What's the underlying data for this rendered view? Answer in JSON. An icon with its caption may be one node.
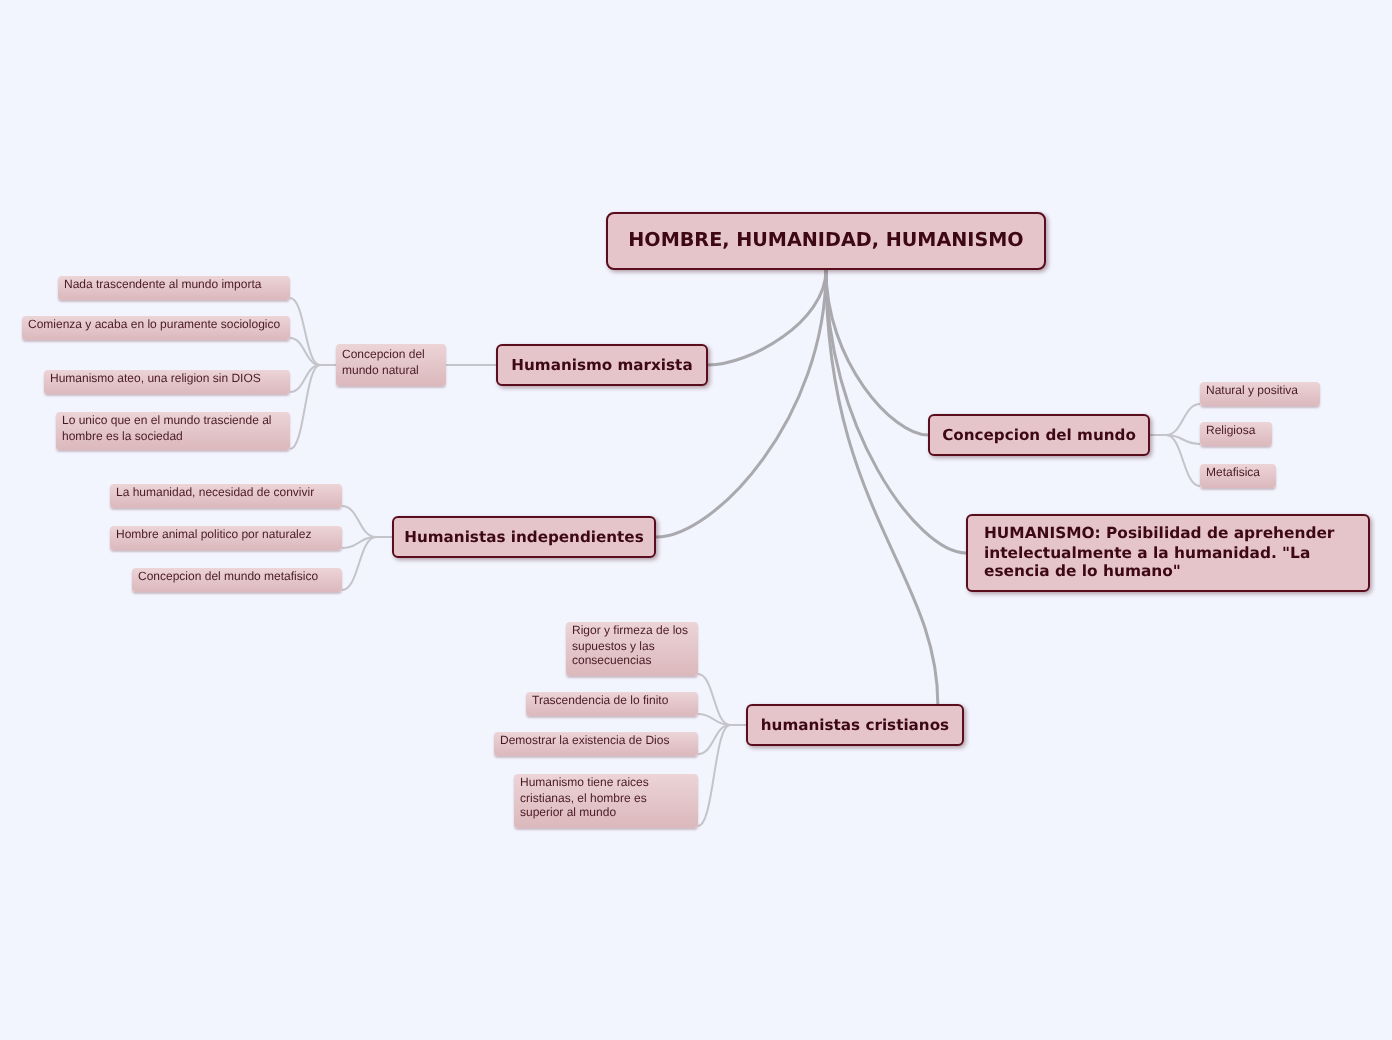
{
  "diagram": {
    "nodes": [
      {
        "text": [
          "HOMBRE, HUMANIDAD, HUMANISMO"
        ]
      },
      {
        "text": [
          "Humanismo marxista"
        ]
      },
      {
        "text": [
          "Concepcion del mundo natural"
        ]
      },
      {
        "text": [
          "Nada trascendente al mundo importa"
        ]
      },
      {
        "text": [
          "Comienza y acaba en lo puramente sociologico"
        ]
      },
      {
        "text": [
          "Humanismo ateo, una religion sin DIOS"
        ]
      },
      {
        "text": [
          "Lo unico que en el mundo trasciende al hombre es la sociedad"
        ]
      },
      {
        "text": [
          "Humanistas independientes"
        ]
      },
      {
        "text": [
          "La humanidad, necesidad de convivir"
        ]
      },
      {
        "text": [
          "Hombre animal politico por naturalez"
        ]
      },
      {
        "text": [
          "Concepcion del mundo metafisico"
        ]
      },
      {
        "text": [
          "Concepcion del mundo"
        ]
      },
      {
        "text": [
          "Natural y positiva"
        ]
      },
      {
        "text": [
          "Religiosa"
        ]
      },
      {
        "text": [
          "Metafisica"
        ]
      },
      {
        "text": [
          "HUMANISMO: Posibilidad de aprehender intelectualmente a la humanidad. \"La esencia de lo humano\""
        ]
      },
      {
        "text": [
          "humanistas cristianos"
        ]
      },
      {
        "text": [
          "Rigor y firmeza de los supuestos y las consecuencias"
        ]
      },
      {
        "text": [
          "Trascendencia de lo finito"
        ]
      },
      {
        "text": [
          "Demostrar la existencia de Dios"
        ]
      },
      {
        "text": [
          "Humanismo tiene raices cristianas, el hombre es superior al mundo"
        ]
      }
    ],
    "edges": [
      {
        "from": 0,
        "to": 1,
        "arrow": "none"
      },
      {
        "from": 0,
        "to": 7,
        "arrow": "none"
      },
      {
        "from": 0,
        "to": 11,
        "arrow": "none"
      },
      {
        "from": 0,
        "to": 15,
        "arrow": "none"
      },
      {
        "from": 0,
        "to": 16,
        "arrow": "none"
      },
      {
        "from": 1,
        "to": 2,
        "arrow": "none"
      },
      {
        "from": 2,
        "to": 3,
        "arrow": "none"
      },
      {
        "from": 2,
        "to": 4,
        "arrow": "none"
      },
      {
        "from": 2,
        "to": 5,
        "arrow": "none"
      },
      {
        "from": 2,
        "to": 6,
        "arrow": "none"
      },
      {
        "from": 7,
        "to": 8,
        "arrow": "none"
      },
      {
        "from": 7,
        "to": 9,
        "arrow": "none"
      },
      {
        "from": 7,
        "to": 10,
        "arrow": "none"
      },
      {
        "from": 11,
        "to": 12,
        "arrow": "none"
      },
      {
        "from": 11,
        "to": 13,
        "arrow": "none"
      },
      {
        "from": 11,
        "to": 14,
        "arrow": "none"
      },
      {
        "from": 16,
        "to": 17,
        "arrow": "none"
      },
      {
        "from": 16,
        "to": 18,
        "arrow": "none"
      },
      {
        "from": 16,
        "to": 19,
        "arrow": "none"
      },
      {
        "from": 16,
        "to": 20,
        "arrow": "none"
      }
    ]
  }
}
